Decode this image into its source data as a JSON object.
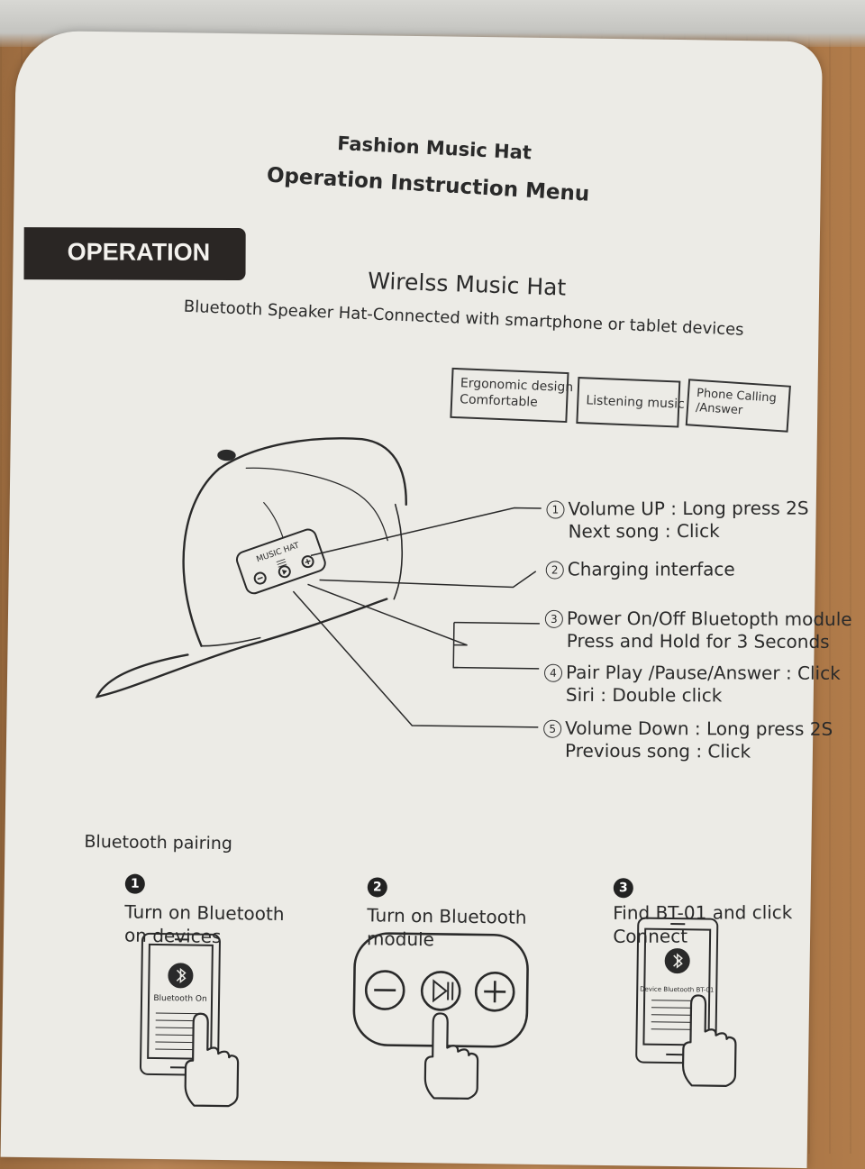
{
  "header": {
    "title_line1": "Fashion Music Hat",
    "title_line2": "Operation Instruction Menu"
  },
  "banner": {
    "label": "OPERATION"
  },
  "product": {
    "name": "Wirelss Music Hat",
    "tagline": "Bluetooth Speaker Hat-Connected with smartphone or tablet devices"
  },
  "features": [
    {
      "line1": "Ergonomic design",
      "line2": "Comfortable"
    },
    {
      "line1": "Listening music",
      "line2": ""
    },
    {
      "line1": "Phone Calling",
      "line2": "/Answer"
    }
  ],
  "hat_panel": {
    "label": "MUSIC HAT"
  },
  "callouts": [
    {
      "num": "1",
      "line1": "Volume UP : Long press 2S",
      "line2": "Next song : Click"
    },
    {
      "num": "2",
      "line1": "Charging interface",
      "line2": ""
    },
    {
      "num": "3",
      "line1": "Power On/Off Bluetopth module",
      "line2": "Press and Hold for 3 Seconds"
    },
    {
      "num": "4",
      "line1": "Pair Play /Pause/Answer : Click",
      "line2": "Siri : Double click"
    },
    {
      "num": "5",
      "line1": "Volume Down : Long press 2S",
      "line2": "Previous song : Click"
    }
  ],
  "pairing": {
    "heading": "Bluetooth pairing",
    "steps": [
      {
        "num": "1",
        "line1": "Turn on Bluetooth",
        "line2": "on devices",
        "screen_text": "Bluetooth On"
      },
      {
        "num": "2",
        "line1": "Turn on Bluetooth",
        "line2": "module"
      },
      {
        "num": "3",
        "line1": "Find BT-01 and click",
        "line2": "Connect",
        "screen_text": "Device Bluetooth BT-01"
      }
    ]
  },
  "icons": [
    "bluetooth-icon",
    "minus-icon",
    "play-pause-icon",
    "plus-icon",
    "hand-pointer-icon",
    "phone-icon",
    "hat-icon"
  ],
  "colors": {
    "ink": "#2a2a2a",
    "paper": "#ecebe6",
    "banner": "#2a2624",
    "wood": "#b27d4c"
  }
}
